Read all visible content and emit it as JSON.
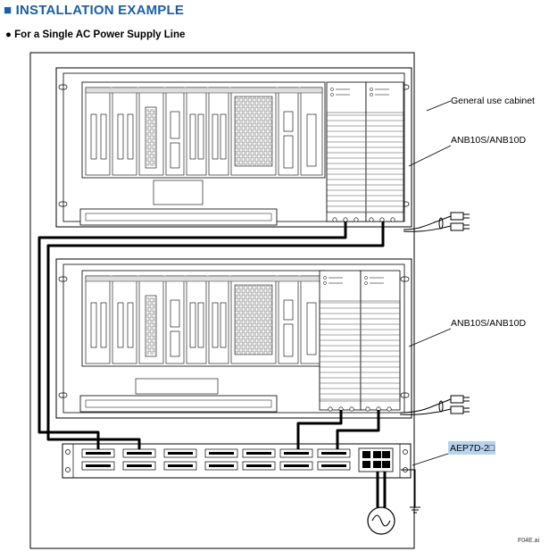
{
  "header": {
    "title": "■ INSTALLATION EXAMPLE",
    "subtitle": "● For a Single AC Power Supply Line"
  },
  "labels": {
    "cabinet": "General use cabinet",
    "node_upper": "ANB10S/ANB10D",
    "node_lower": "ANB10S/ANB10D",
    "power_dist": "AEP7D-2□",
    "figure_id": "F04E.ai"
  },
  "colors": {
    "title": "#1a5fa8",
    "highlight": "#b8d3ec"
  },
  "icons": [
    "ac-source-symbol",
    "ground-symbol",
    "plug-connector"
  ]
}
